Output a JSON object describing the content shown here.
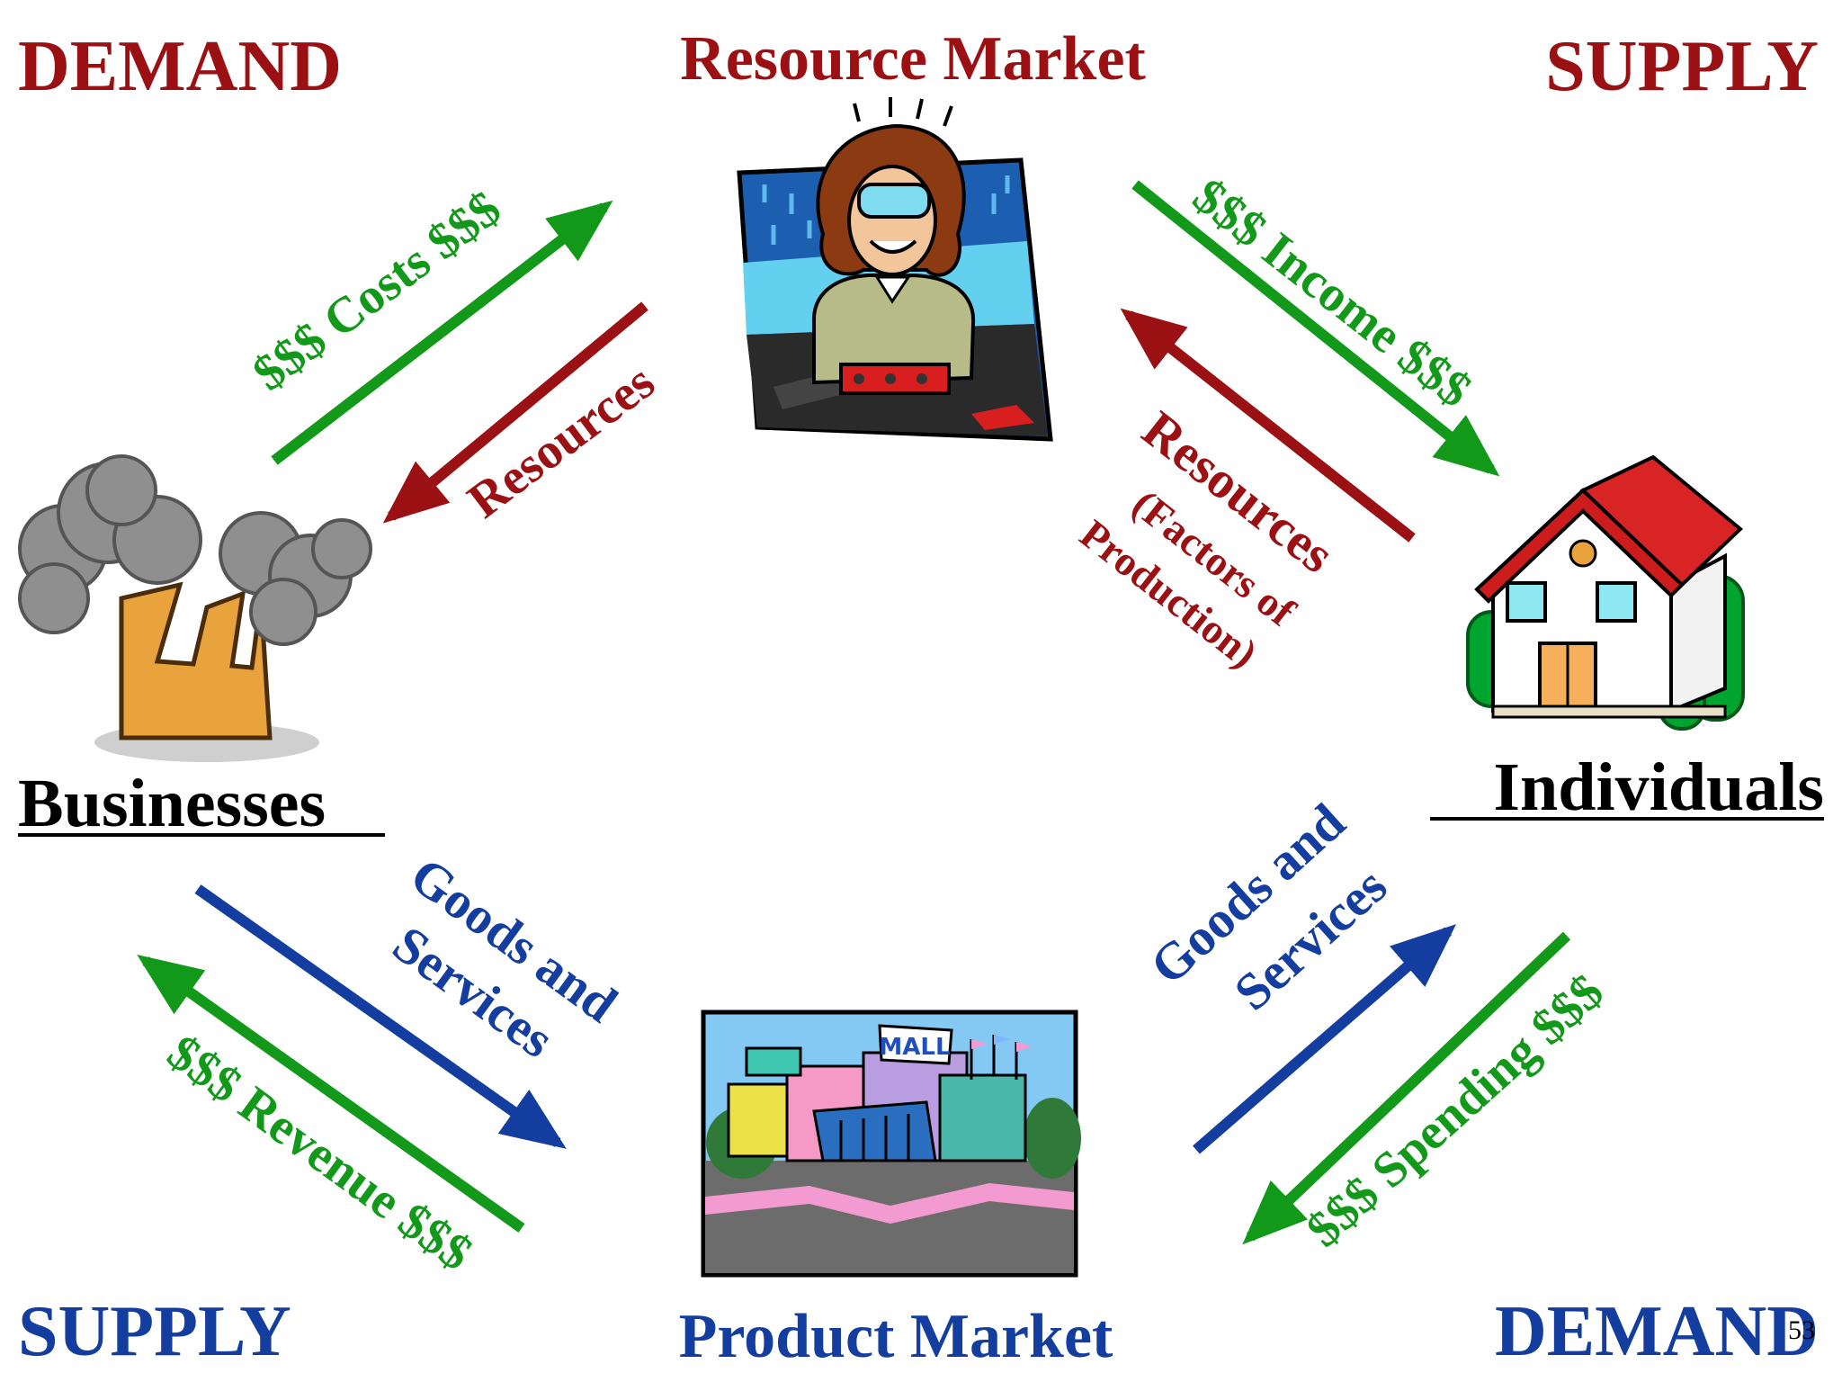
{
  "corners": {
    "top_left": "DEMAND",
    "top_right": "SUPPLY",
    "bottom_left": "SUPPLY",
    "bottom_right": "DEMAND"
  },
  "markets": {
    "resource": "Resource Market",
    "product": "Product Market",
    "mall_sign": "MALL"
  },
  "actors": {
    "businesses": "Businesses",
    "individuals": "Individuals"
  },
  "flows": {
    "costs": "$$$ Costs $$$",
    "resources_left": "Resources",
    "income": "$$$ Income $$$",
    "resources_right": "Resources",
    "factors_line1": "(Factors of",
    "factors_line2": "Production)",
    "goods_left_line1": "Goods and",
    "goods_left_line2": "Services",
    "revenue": "$$$ Revenue $$$",
    "goods_right_line1": "Goods and",
    "goods_right_line2": "Services",
    "spending": "$$$ Spending $$$"
  },
  "page_number": "53",
  "colors": {
    "demand_supply_top": "#9b1113",
    "money_flow": "#12991a",
    "resource_flow": "#9b1113",
    "goods_flow": "#133e9f"
  },
  "icons": [
    "resource-market-worker-icon",
    "factory-icon",
    "house-icon",
    "mall-icon"
  ]
}
